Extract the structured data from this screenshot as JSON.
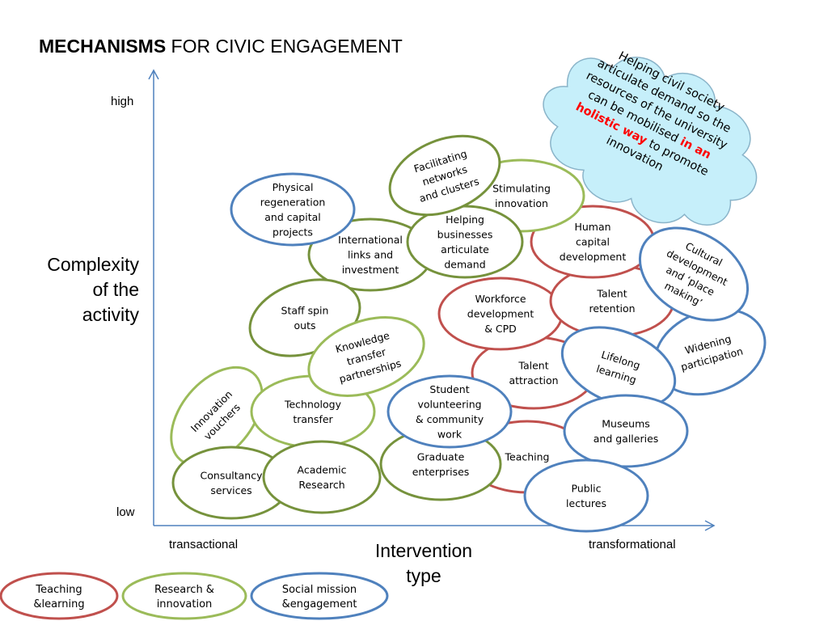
{
  "title": {
    "bold": "MECHANISMS",
    "rest": " FOR CIVIC ENGAGEMENT"
  },
  "axes": {
    "y_title": "Complexity of the activity",
    "y_high": "high",
    "y_low": "low",
    "x_title": "Intervention type",
    "x_left": "transactional",
    "x_right": "transformational"
  },
  "colors": {
    "teaching": "#c0504d",
    "research": "#9bbb59",
    "research_dark": "#76923c",
    "social": "#4f81bd",
    "axis": "#4f81bd",
    "cloud_fill": "#c6effa",
    "highlight": "#ff0000"
  },
  "cloud": {
    "lines": [
      {
        "parts": [
          "Helping civil society"
        ]
      },
      {
        "parts": [
          "articulate demand so the"
        ]
      },
      {
        "parts": [
          "resources of the university"
        ]
      },
      {
        "parts": [
          "can be mobilised ",
          "in an"
        ],
        "highlight_index": 1
      },
      {
        "parts": [
          "holistic way",
          " to promote"
        ],
        "highlight_index": 0
      },
      {
        "parts": [
          "innovation"
        ]
      }
    ]
  },
  "bubbles": [
    {
      "id": "teaching",
      "category": "teaching",
      "lines": [
        "Teaching"
      ]
    },
    {
      "id": "graduate-enterprises",
      "category": "research_dark",
      "lines": [
        "Graduate",
        "enterprises"
      ]
    },
    {
      "id": "talent-attraction",
      "category": "teaching",
      "lines": [
        "Talent",
        "attraction"
      ]
    },
    {
      "id": "workforce-development",
      "category": "teaching",
      "lines": [
        "Workforce",
        "development",
        "& CPD"
      ]
    },
    {
      "id": "talent-retention",
      "category": "teaching",
      "lines": [
        "Talent",
        "retention"
      ]
    },
    {
      "id": "human-capital",
      "category": "teaching",
      "lines": [
        "Human",
        "capital",
        "development"
      ]
    },
    {
      "id": "stimulating-innovation",
      "category": "research",
      "lines": [
        "Stimulating",
        "innovation"
      ]
    },
    {
      "id": "international-links",
      "category": "research_dark",
      "lines": [
        "International",
        "links and",
        "investment"
      ]
    },
    {
      "id": "helping-businesses",
      "category": "research_dark",
      "lines": [
        "Helping",
        "businesses",
        "articulate",
        "demand"
      ]
    },
    {
      "id": "facilitating-networks",
      "category": "research_dark",
      "lines": [
        "Facilitating",
        "networks",
        "and clusters"
      ]
    },
    {
      "id": "physical-regeneration",
      "category": "social",
      "lines": [
        "Physical",
        "regeneration",
        "and capital",
        "projects"
      ]
    },
    {
      "id": "staff-spin-outs",
      "category": "research_dark",
      "lines": [
        "Staff  spin",
        "outs"
      ]
    },
    {
      "id": "innovation-vouchers",
      "category": "research",
      "lines": [
        "Innovation",
        "vouchers"
      ]
    },
    {
      "id": "technology-transfer",
      "category": "research",
      "lines": [
        "Technology",
        "transfer"
      ]
    },
    {
      "id": "knowledge-transfer",
      "category": "research",
      "lines": [
        "Knowledge",
        "transfer",
        "partnerships"
      ]
    },
    {
      "id": "consultancy-services",
      "category": "research_dark",
      "lines": [
        "Consultancy",
        "services"
      ]
    },
    {
      "id": "academic-research",
      "category": "research_dark",
      "lines": [
        "Academic",
        "Research"
      ]
    },
    {
      "id": "widening-participation",
      "category": "social",
      "lines": [
        "Widening",
        "participation"
      ]
    },
    {
      "id": "cultural-development",
      "category": "social",
      "lines": [
        "Cultural",
        "development",
        "and ‘place",
        "making’"
      ]
    },
    {
      "id": "lifelong-learning",
      "category": "social",
      "lines": [
        "Lifelong",
        "learning"
      ]
    },
    {
      "id": "museums-galleries",
      "category": "social",
      "lines": [
        "Museums",
        "and galleries"
      ]
    },
    {
      "id": "public-lectures",
      "category": "social",
      "lines": [
        "Public",
        "lectures"
      ]
    },
    {
      "id": "student-volunteering",
      "category": "social",
      "lines": [
        "Student",
        "volunteering",
        "& community",
        "work"
      ]
    }
  ],
  "legend": [
    {
      "category": "teaching",
      "lines": [
        "Teaching",
        "&learning"
      ]
    },
    {
      "category": "research",
      "lines": [
        "Research &",
        "innovation"
      ]
    },
    {
      "category": "social",
      "lines": [
        "Social mission",
        "&engagement"
      ]
    }
  ]
}
